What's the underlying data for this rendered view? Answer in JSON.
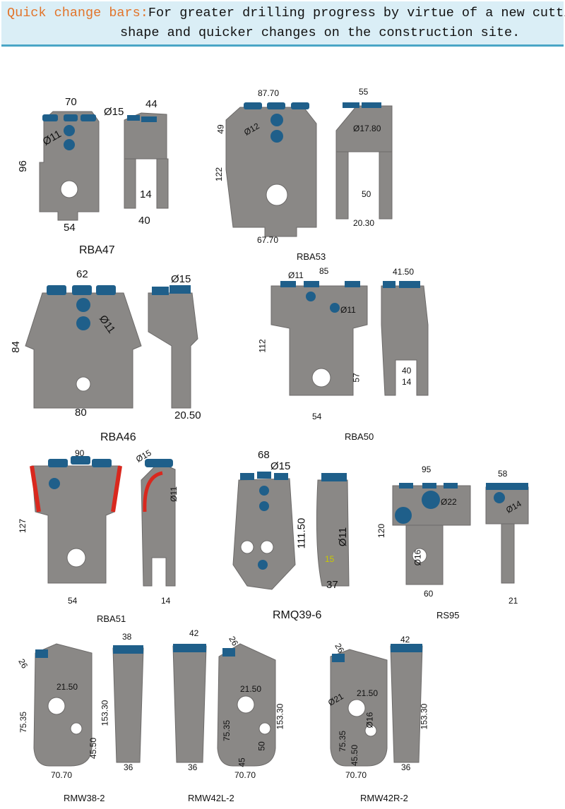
{
  "banner": {
    "highlight": "Quick change bars:",
    "text_line1": "For greater drilling progress by virtue of a new cutting",
    "text_line2": "shape and quicker changes on the construction site."
  },
  "products": [
    {
      "name": "RBA47",
      "dims": [
        "70",
        "Ø15",
        "44",
        "Ø11",
        "96",
        "14",
        "40",
        "54"
      ]
    },
    {
      "name": "RBA53",
      "dims": [
        "87.70",
        "55",
        "49",
        "Ø12",
        "Ø17.80",
        "122",
        "50",
        "20.30",
        "67.70"
      ]
    },
    {
      "name": "RBA46",
      "dims": [
        "62",
        "Ø15",
        "Ø11",
        "84",
        "80",
        "20.50"
      ]
    },
    {
      "name": "RBA50",
      "dims": [
        "Ø11",
        "85",
        "41.50",
        "Ø11",
        "112",
        "57",
        "40",
        "14",
        "54"
      ]
    },
    {
      "name": "RBA51",
      "dims": [
        "90",
        "Ø15",
        "127",
        "Ø11",
        "54",
        "14"
      ]
    },
    {
      "name": "RMQ39-6",
      "dims": [
        "68",
        "Ø15",
        "111.50",
        "Ø11",
        "15",
        "37"
      ]
    },
    {
      "name": "RS95",
      "dims": [
        "95",
        "58",
        "Ø22",
        "Ø14",
        "120",
        "Ø16",
        "60",
        "21"
      ]
    },
    {
      "name": "RMW38-2",
      "dims": [
        "26",
        "38",
        "21.50",
        "153.30",
        "75.35",
        "45.50",
        "36",
        "70.70"
      ]
    },
    {
      "name": "RMW42L-2",
      "dims": [
        "42",
        "26",
        "21.50",
        "153.30",
        "75.35",
        "50",
        "45",
        "36",
        "70.70"
      ]
    },
    {
      "name": "RMW42R-2",
      "dims": [
        "26",
        "42",
        "21.50",
        "Ø21",
        "Ø16",
        "153.30",
        "75.35",
        "45.50",
        "36",
        "70.70"
      ]
    }
  ],
  "colors": {
    "body": "#8a8886",
    "teeth": "#1f5f8a",
    "highlight": "#e2742a",
    "banner_bg": "#daeef6",
    "wear_red": "#d9281e"
  }
}
